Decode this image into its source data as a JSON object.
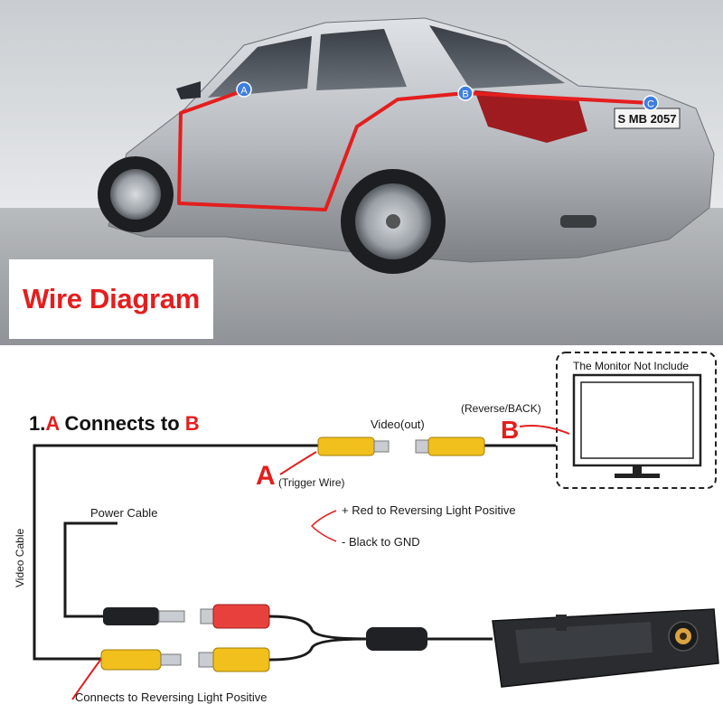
{
  "photo": {
    "title": "Wire Diagram",
    "plate": "S MB 2057",
    "points": [
      "A",
      "B",
      "C"
    ]
  },
  "diagram": {
    "heading": {
      "prefix": "1.",
      "a": "A",
      "middle": " Connects to ",
      "b": "B"
    },
    "monitor_not_include": "The Monitor Not Include",
    "reverse_back": "(Reverse/BACK)",
    "b_marker": "B",
    "video_out": "Video(out)",
    "a_marker": "A",
    "trigger_wire": "(Trigger Wire)",
    "video_cable": "Video Cable",
    "power_cable": "Power Cable",
    "red_positive": "+ Red to Reversing Light Positive",
    "black_gnd": "- Black to GND",
    "connects_reversing": "Connects to Reversing Light Positive"
  },
  "colors": {
    "accent_red": "#e41e1e",
    "wire": "#1a1a1a",
    "rca_yellow": "#f2c01c",
    "rca_red": "#e8413d",
    "marker_blue": "#3d7ee0"
  }
}
